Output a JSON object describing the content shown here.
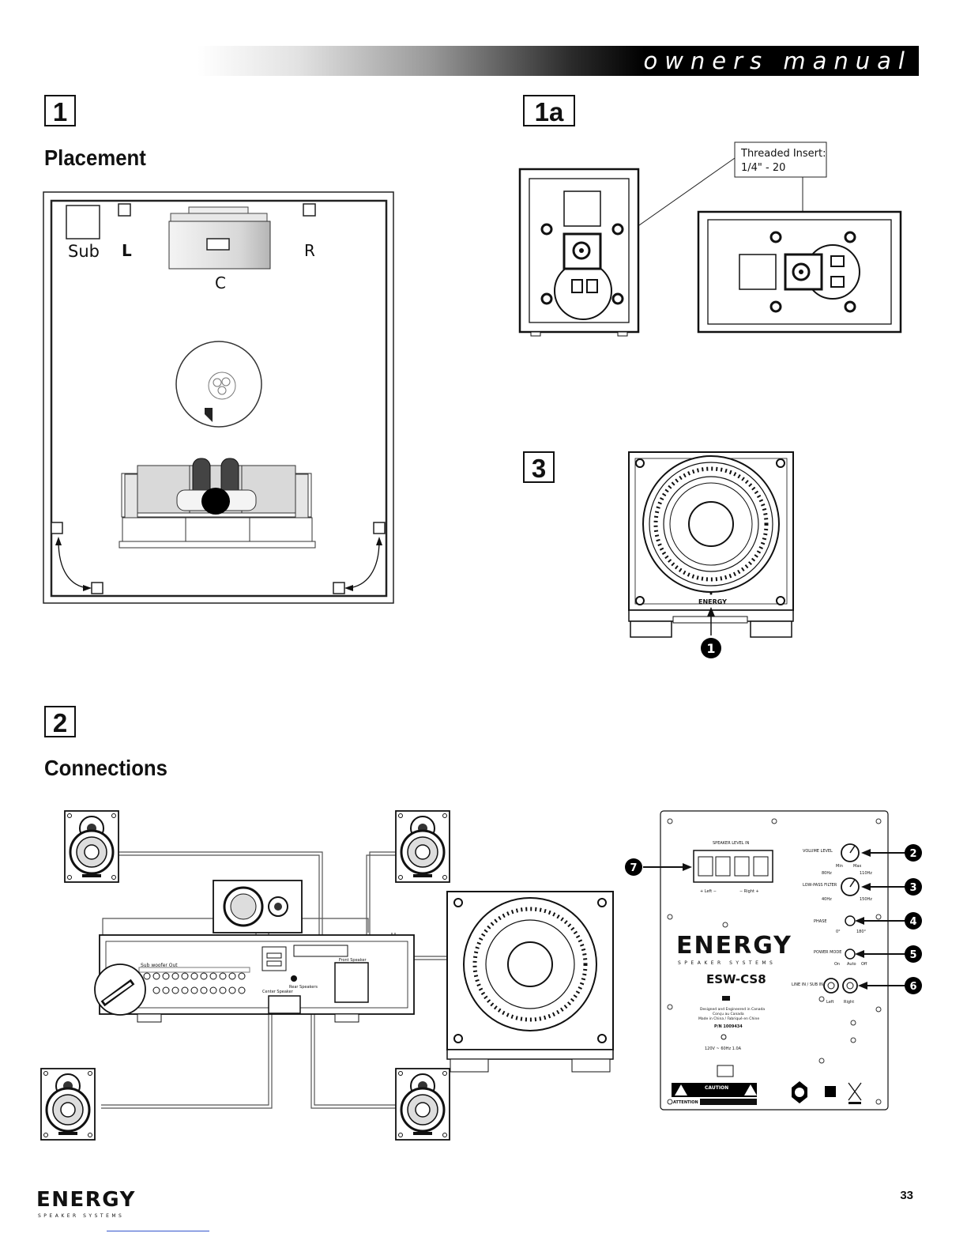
{
  "header": {
    "title": "owners manual"
  },
  "sections": {
    "s1": {
      "number": "1",
      "title": "Placement"
    },
    "s1a": {
      "number": "1a"
    },
    "s2": {
      "number": "2",
      "title": "Connections"
    },
    "s3": {
      "number": "3"
    }
  },
  "placement": {
    "sub_label": "Sub",
    "left_label": "L",
    "center_label": "C",
    "right_label": "R"
  },
  "threaded_insert": {
    "line1": "Threaded Insert:",
    "line2": "1/4\" - 20"
  },
  "subwoofer_callout": {
    "marker": "1"
  },
  "panel": {
    "speaker_level_in": "SPEAKER LEVEL IN",
    "left_label": "+ Left −",
    "right_label": "− Right +",
    "volume_label": "VOLUME LEVEL",
    "volume_min": "Min",
    "volume_max": "Max",
    "lowpass_label": "LOW-PASS FILTER",
    "lowpass_80": "80Hz",
    "lowpass_110": "110Hz",
    "lowpass_40": "40Hz",
    "lowpass_150": "150Hz",
    "phase_label": "PHASE",
    "phase_0": "0°",
    "phase_180": "180°",
    "power_label": "POWER MODE",
    "power_on": "On",
    "power_auto": "Auto",
    "power_off": "Off",
    "line_in_label": "LINE IN / SUB IN",
    "line_left": "Left",
    "line_right": "Right",
    "brand": "ENERGY",
    "brand_sub": "SPEAKER SYSTEMS",
    "model": "ESW-CS8",
    "origin_1": "Designed and Engineered in Canada",
    "origin_2": "Conçu au Canada",
    "origin_3": "Made in China / Fabriqué en Chine",
    "part_number": "P/N 1009434",
    "power_rating": "120V ~ 60Hz 1.0A",
    "caution": "CAUTION",
    "attention": "ATTENTION",
    "callouts": [
      "2",
      "3",
      "4",
      "5",
      "6",
      "7"
    ]
  },
  "receiver": {
    "subwoofer_out": "Sub woofer Out",
    "front_speaker": "Front Speaker",
    "center_speaker": "Center Speaker",
    "rear_speakers": "Rear Speakers"
  },
  "footer": {
    "brand": "ENERGY",
    "brand_sub": "SPEAKER SYSTEMS",
    "page_number": "33"
  }
}
